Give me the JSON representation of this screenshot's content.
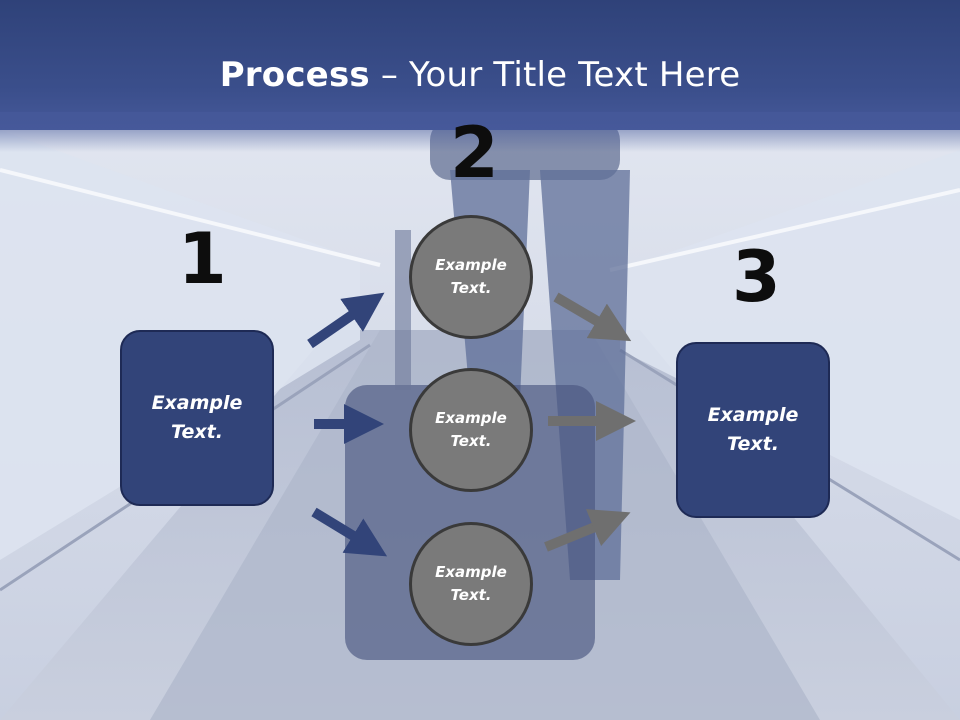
{
  "slide": {
    "title_bold": "Process",
    "title_rest": " – Your Title Text Here"
  },
  "steps": [
    {
      "number": "1",
      "box_text": "Example Text."
    },
    {
      "number": "2"
    },
    {
      "number": "3",
      "box_text": "Example Text."
    }
  ],
  "circles": [
    {
      "text": "Example Text."
    },
    {
      "text": "Example Text."
    },
    {
      "text": "Example Text."
    }
  ],
  "colors": {
    "header": "#3b4f8c",
    "box_fill": "#324479",
    "circle_fill": "#7a7a7a",
    "arrow_blue": "#324479",
    "arrow_gray": "#6f6f6f"
  }
}
